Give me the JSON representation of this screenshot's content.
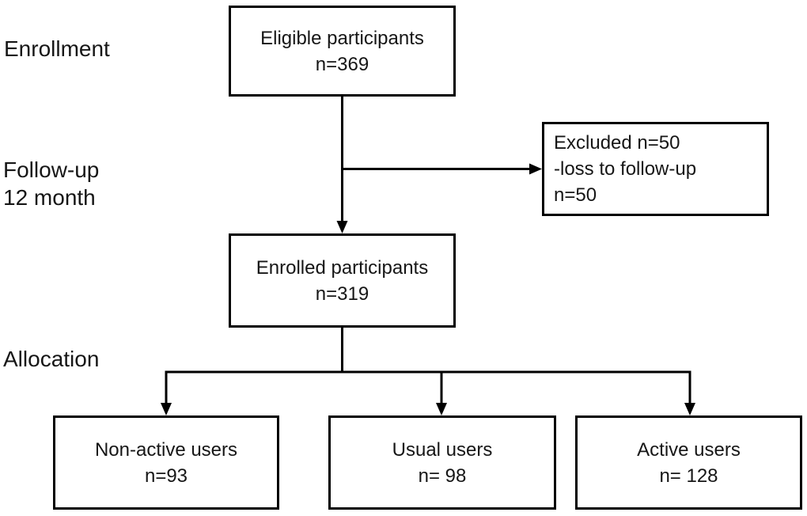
{
  "stages": {
    "enrollment": {
      "label": "Enrollment"
    },
    "followup": {
      "label_line1": "Follow-up",
      "label_line2": "12 month"
    },
    "allocation": {
      "label": "Allocation"
    }
  },
  "boxes": {
    "eligible": {
      "line1": "Eligible participants",
      "line2": "n=369"
    },
    "excluded": {
      "line1": "Excluded n=50",
      "line2": "-loss to follow-up",
      "line3": "n=50"
    },
    "enrolled": {
      "line1": "Enrolled participants",
      "line2": "n=319"
    },
    "non_active": {
      "line1": "Non-active users",
      "line2": "n=93"
    },
    "usual": {
      "line1": "Usual users",
      "line2": "n= 98"
    },
    "active": {
      "line1": "Active users",
      "line2": "n= 128"
    }
  },
  "flow": [
    {
      "from": "Eligible participants n=369",
      "to": "Excluded n=50"
    },
    {
      "from": "Eligible participants n=369",
      "to": "Enrolled participants n=319"
    },
    {
      "from": "Enrolled participants n=319",
      "to": "Non-active users n=93"
    },
    {
      "from": "Enrolled participants n=319",
      "to": "Usual users n= 98"
    },
    {
      "from": "Enrolled participants n=319",
      "to": "Active users n= 128"
    }
  ],
  "colors": {
    "line": "#000000",
    "text": "#161616",
    "background": "#ffffff"
  }
}
